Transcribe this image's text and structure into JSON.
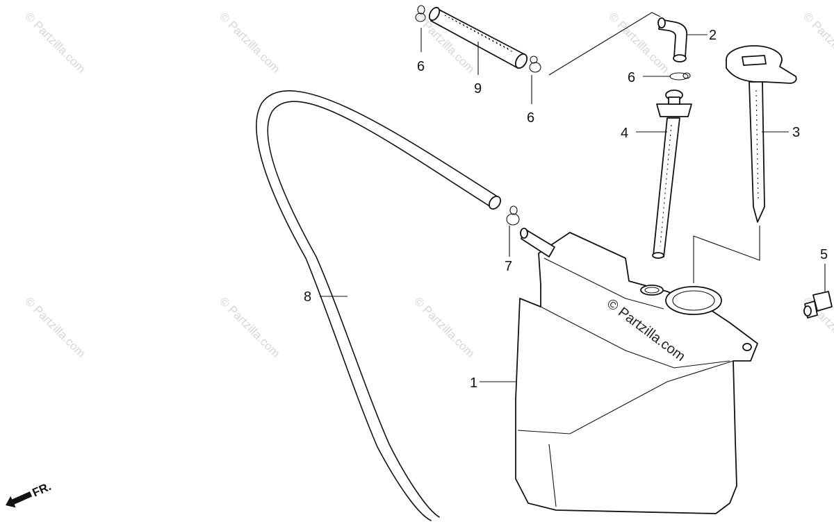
{
  "watermark": {
    "text": "© Partzilla.com"
  },
  "labels": {
    "p1": "1",
    "p2": "2",
    "p3": "3",
    "p4": "4",
    "p5": "5",
    "p6a": "6",
    "p6b": "6",
    "p6c": "6",
    "p7": "7",
    "p8": "8",
    "p9": "9"
  },
  "direction": {
    "text": "FR."
  }
}
